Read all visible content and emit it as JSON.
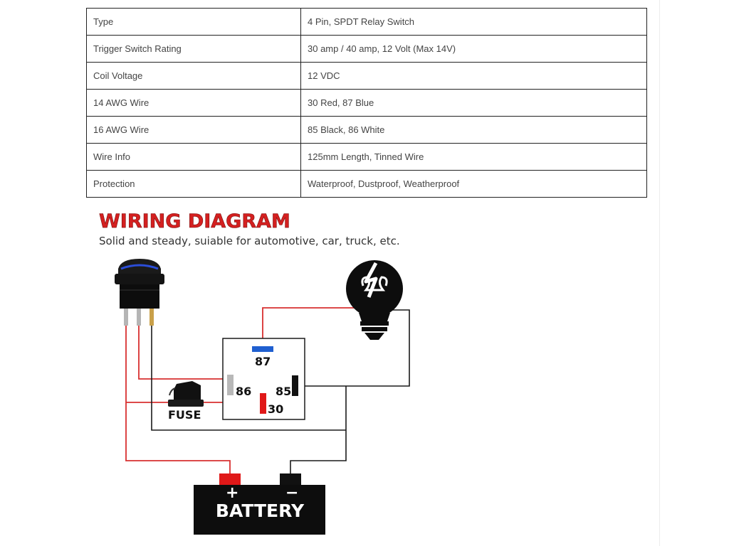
{
  "specs": [
    {
      "label": "Type",
      "value": "4 Pin, SPDT Relay Switch"
    },
    {
      "label": "Trigger Switch Rating",
      "value": "30 amp / 40 amp, 12 Volt (Max 14V)"
    },
    {
      "label": "Coil Voltage",
      "value": "12 VDC"
    },
    {
      "label": "14 AWG Wire",
      "value": "30 Red, 87 Blue"
    },
    {
      "label": "16 AWG Wire",
      "value": "85 Black, 86 White"
    },
    {
      "label": "Wire Info",
      "value": "125mm Length, Tinned Wire"
    },
    {
      "label": "Protection",
      "value": "Waterproof, Dustproof, Weatherproof"
    }
  ],
  "diagram": {
    "title": "WIRING DIAGRAM",
    "subtitle": "Solid and steady, suiable for automotive, car, truck, etc.",
    "relay": {
      "pin_87": "87",
      "pin_86": "86",
      "pin_85": "85",
      "pin_30": "30"
    },
    "fuse_label": "FUSE",
    "battery": {
      "label": "BATTERY",
      "plus": "+",
      "minus": "−"
    },
    "colors": {
      "title": "#d42020",
      "wire_red": "#d83030",
      "wire_black": "#1a1a1a",
      "pin_87": "#1f5fd0",
      "pin_86": "#b8b8b8",
      "pin_85": "#111111",
      "pin_30": "#e01818",
      "switch_light": "#2b4dd8"
    }
  }
}
